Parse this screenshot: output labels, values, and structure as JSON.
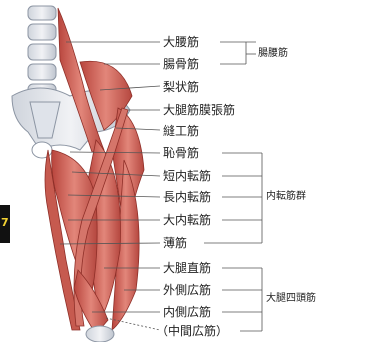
{
  "edge_char": "7",
  "muscles": [
    {
      "id": "psoas-major",
      "label": "大腰筋"
    },
    {
      "id": "iliacus",
      "label": "腸骨筋"
    },
    {
      "id": "piriformis",
      "label": "梨状筋"
    },
    {
      "id": "tensor-fasciae-latae",
      "label": "大腿筋膜張筋"
    },
    {
      "id": "sartorius",
      "label": "縫工筋"
    },
    {
      "id": "pectineus",
      "label": "恥骨筋"
    },
    {
      "id": "adductor-brevis",
      "label": "短内転筋"
    },
    {
      "id": "adductor-longus",
      "label": "長内転筋"
    },
    {
      "id": "adductor-magnus",
      "label": "大内転筋"
    },
    {
      "id": "gracilis",
      "label": "薄筋"
    },
    {
      "id": "rectus-femoris",
      "label": "大腿直筋"
    },
    {
      "id": "vastus-lateralis",
      "label": "外側広筋"
    },
    {
      "id": "vastus-medialis",
      "label": "内側広筋"
    },
    {
      "id": "vastus-intermedius",
      "label": "（中間広筋）"
    }
  ],
  "groups": [
    {
      "id": "iliopsoas",
      "label": "腸腰筋"
    },
    {
      "id": "adductors",
      "label": "内転筋群"
    },
    {
      "id": "quadriceps",
      "label": "大腿四頭筋"
    }
  ]
}
